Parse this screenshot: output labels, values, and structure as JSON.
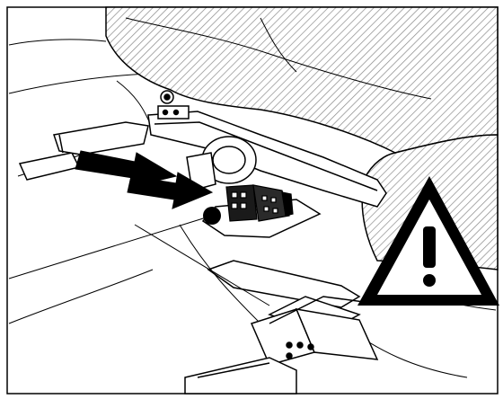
{
  "figure": {
    "kind": "technical-illustration",
    "subject": "seat-rail-connector",
    "icons": {
      "warning": "warning-triangle-icon",
      "pointer": "double-arrow-icon",
      "marker": "callout-dot",
      "hatch": "upholstery-hatch"
    },
    "colors": {
      "line": "#000000",
      "background": "#ffffff",
      "hatch": "#8a8a8a"
    }
  }
}
